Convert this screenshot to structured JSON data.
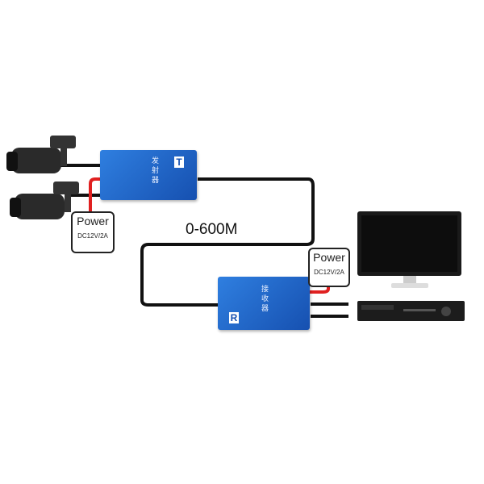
{
  "distance_label": "0-600M",
  "transmitter": {
    "badge": "T",
    "name": "发射器"
  },
  "receiver": {
    "badge": "R",
    "name": "接收器"
  },
  "power_supplies": [
    {
      "title": "Power",
      "spec": "DC12V/2A"
    },
    {
      "title": "Power",
      "spec": "DC12V/2A"
    }
  ],
  "colors": {
    "device_blue": "#1f63c8",
    "power_cable": "#e02020",
    "cable": "#111111"
  }
}
